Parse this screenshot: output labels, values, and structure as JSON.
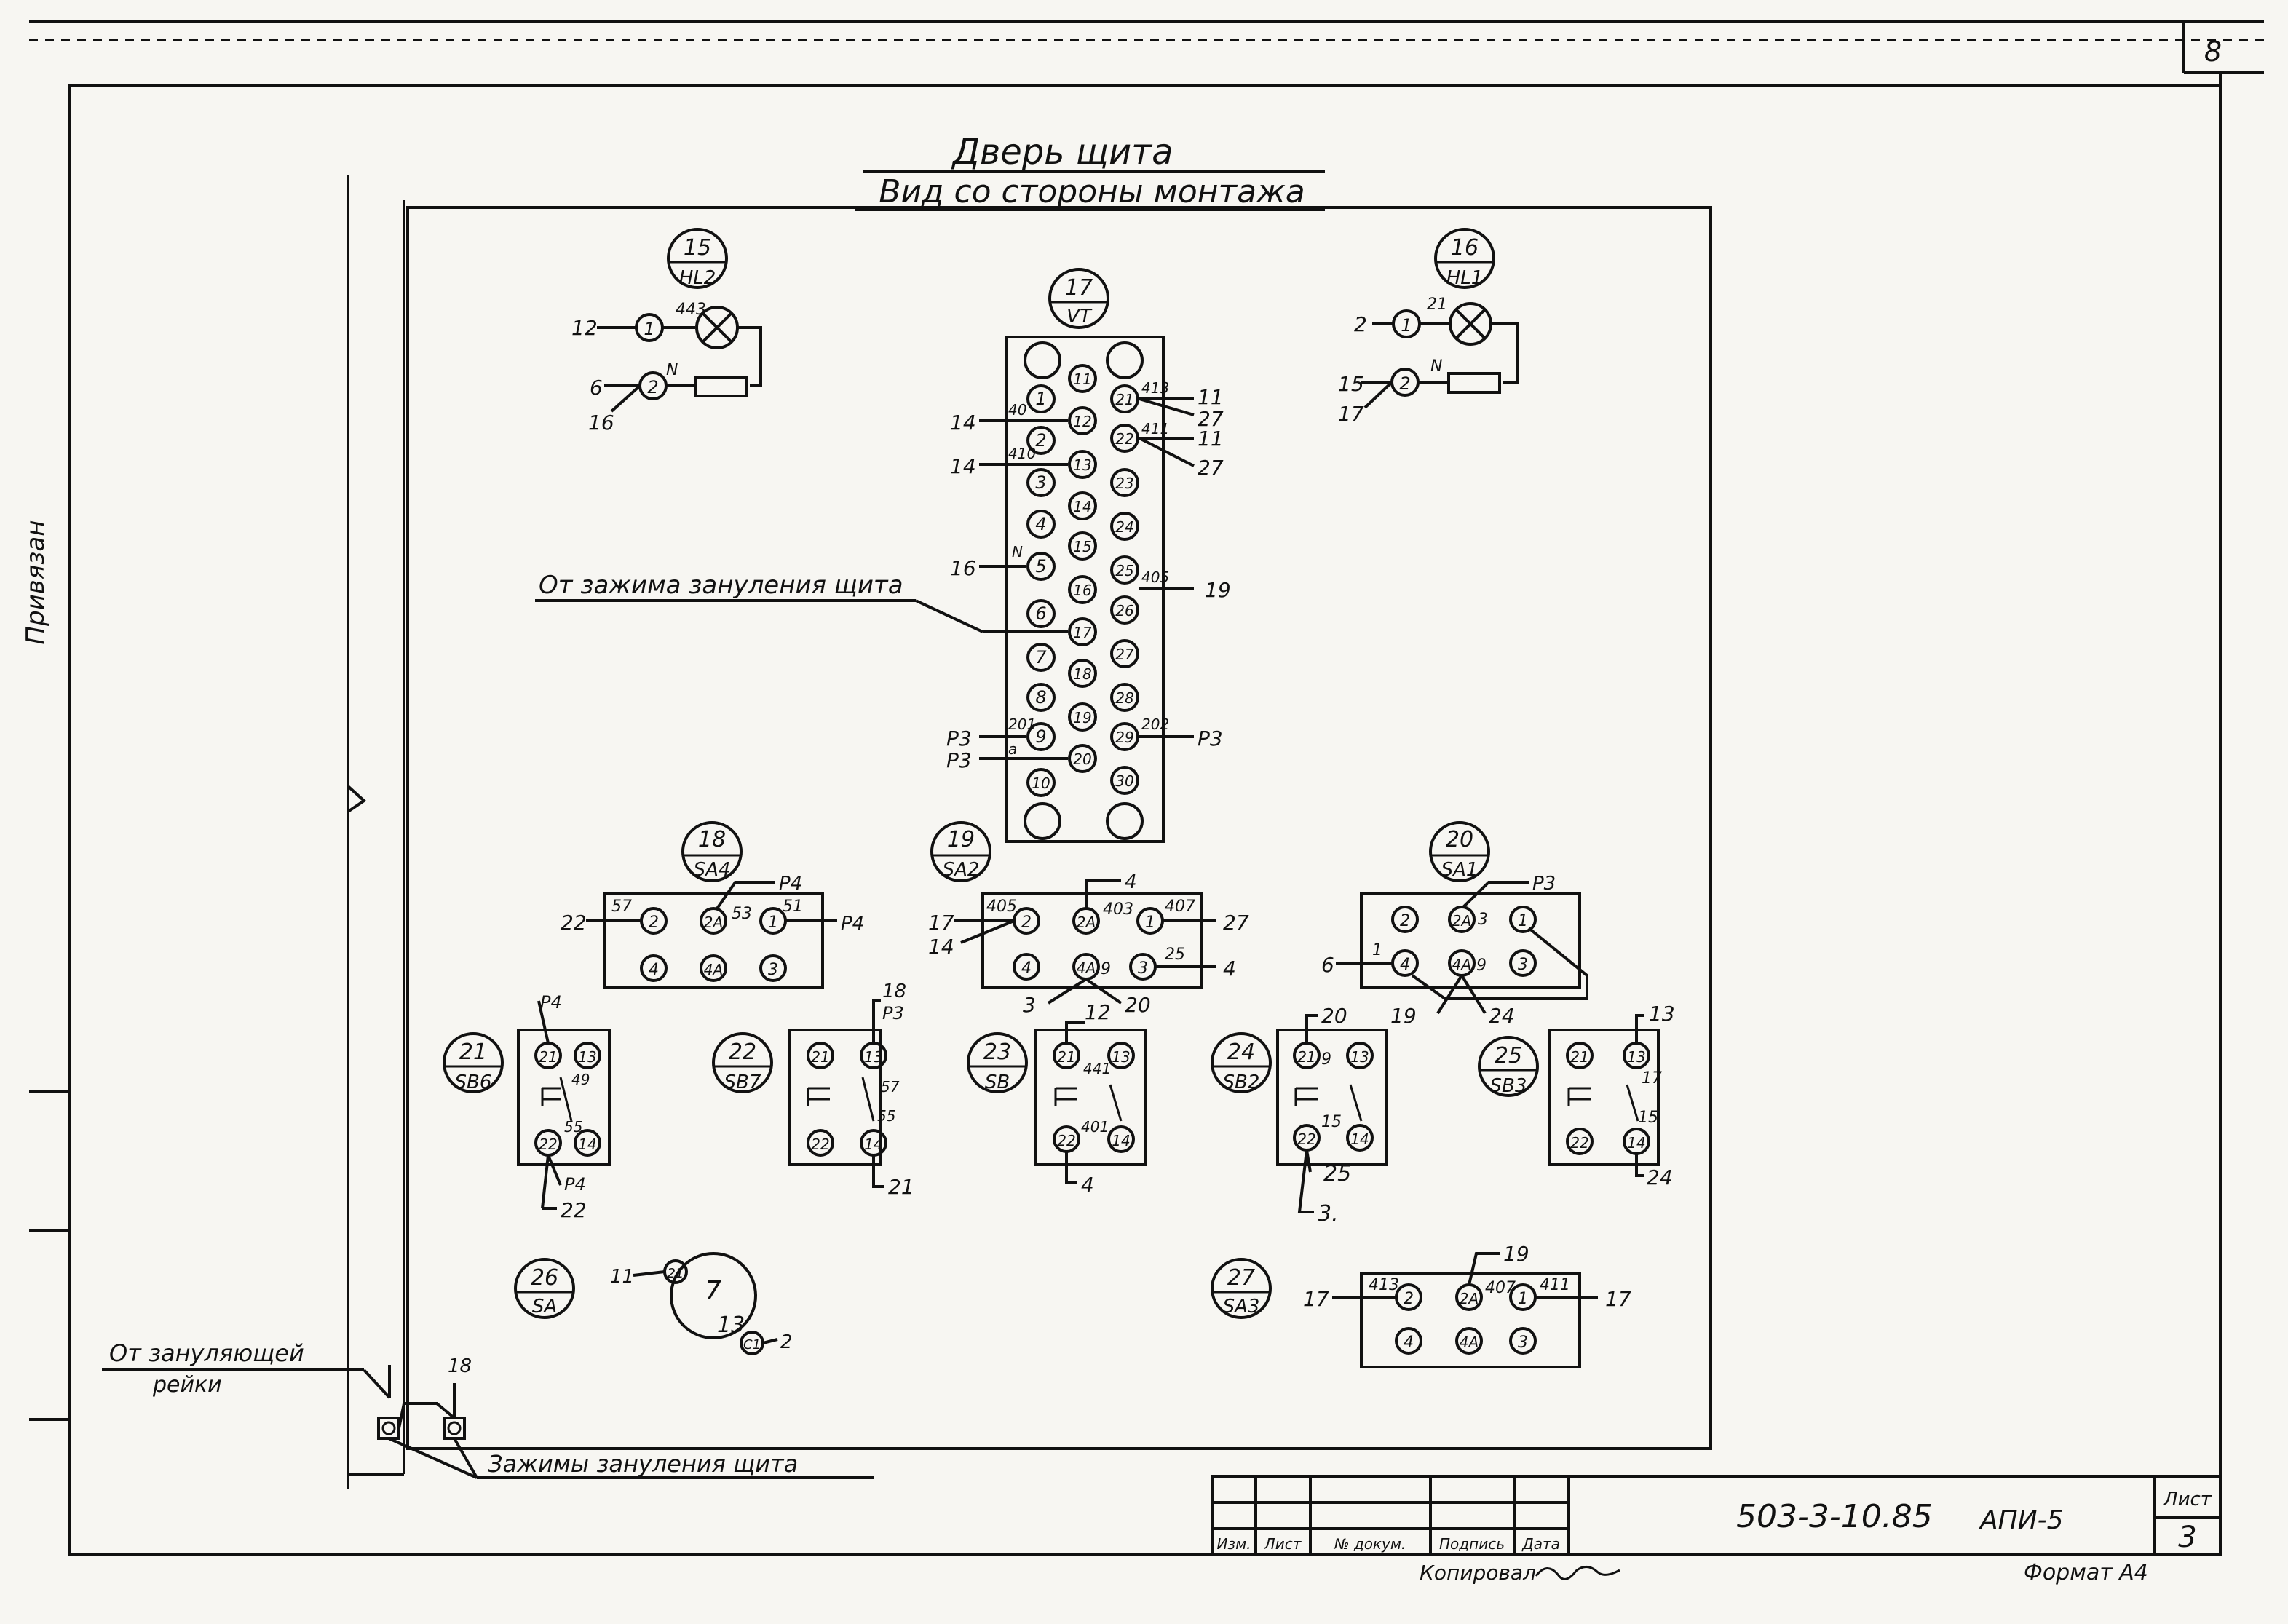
{
  "sheet_corner_number": "8",
  "title_line1": "Дверь щита",
  "title_line2": "Вид со стороны монтажа",
  "margin_label": "Привязан",
  "note_neutral_panel": "От зажима зануления щита",
  "note_neutral_rail_1": "От зануляющей",
  "note_neutral_rail_2": "рейки",
  "note_clamps": "Зажимы зануления щита",
  "devices": {
    "hl2": {
      "num": "15",
      "code": "HL2"
    },
    "hl1": {
      "num": "16",
      "code": "HL1"
    },
    "vt": {
      "num": "17",
      "code": "VT"
    },
    "sa4": {
      "num": "18",
      "code": "SA4"
    },
    "sa2": {
      "num": "19",
      "code": "SA2"
    },
    "sa1": {
      "num": "20",
      "code": "SA1"
    },
    "sb6": {
      "num": "21",
      "code": "SB6"
    },
    "sb7": {
      "num": "22",
      "code": "SB7"
    },
    "sb": {
      "num": "23",
      "code": "SB"
    },
    "sb2": {
      "num": "24",
      "code": "SB2"
    },
    "sb3": {
      "num": "25",
      "code": "SB3"
    },
    "sa": {
      "num": "26",
      "code": "SA"
    },
    "sa3": {
      "num": "27",
      "code": "SA3"
    }
  },
  "terminal_block": {
    "col1": [
      "",
      "1",
      "2",
      "3",
      "4",
      "5",
      "6",
      "7",
      "8",
      "9",
      "",
      "10",
      ""
    ],
    "col2": [
      "11",
      "12",
      "13",
      "14",
      "15",
      "16",
      "17",
      "18",
      "19",
      "20"
    ],
    "col3": [
      "",
      "21",
      "22",
      "23",
      "24",
      "25",
      "26",
      "27",
      "28",
      "29",
      "30",
      ""
    ]
  },
  "title_block": {
    "doc_code": "503-3-10.85",
    "album": "АПИ-5",
    "sheet_label": "Лист",
    "sheet_number": "3",
    "cols": [
      "Изм.",
      "Лист",
      "№ докум.",
      "Подпись",
      "Дата"
    ],
    "copied_by": "Копировал",
    "format": "Формат А4"
  }
}
